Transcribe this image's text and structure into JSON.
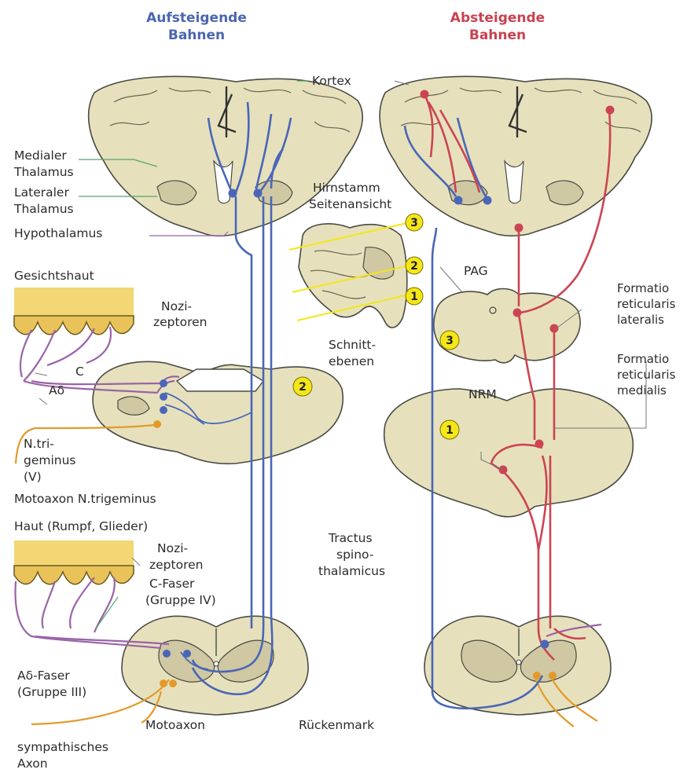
{
  "headings": {
    "ascending": [
      "Aufsteigende",
      "Bahnen"
    ],
    "descending": [
      "Absteigende",
      "Bahnen"
    ]
  },
  "labels": {
    "kortex": "Kortex",
    "medialer_thalamus": [
      "Medialer",
      "Thalamus"
    ],
    "lateraler_thalamus": [
      "Lateraler",
      "Thalamus"
    ],
    "hypothalamus": "Hypothalamus",
    "hirnstamm": [
      "Hirnstamm",
      "Seitenansicht"
    ],
    "schnittebenen": [
      "Schnitt-",
      "ebenen"
    ],
    "gesichtshaut": "Gesichtshaut",
    "nozizeptoren_1": [
      "Nozi-",
      "zeptoren"
    ],
    "c_fiber_short": "C",
    "a_delta_short": "Aδ",
    "n_trigeminus": [
      "N.tri-",
      "geminus",
      "(V)"
    ],
    "motoaxon_trigeminus": "Motoaxon N.trigeminus",
    "haut": "Haut (Rumpf, Glieder)",
    "nozizeptoren_2": [
      "Nozi-",
      "zeptoren"
    ],
    "c_faser": [
      "C-Faser",
      "(Gruppe IV)"
    ],
    "a_delta_faser": [
      "Aδ-Faser",
      "(Gruppe III)"
    ],
    "motoaxon": "Motoaxon",
    "sympathisches_axon": [
      "sympathisches",
      "Axon"
    ],
    "tractus": [
      "Tractus",
      "spino-",
      "thalamicus"
    ],
    "rueckenmark": "Rückenmark",
    "pag": "PAG",
    "formatio_lateralis": [
      "Formatio",
      "reticularis",
      "lateralis"
    ],
    "formatio_medialis": [
      "Formatio",
      "reticularis",
      "medialis"
    ],
    "nrm": "NRM"
  },
  "section_numbers": {
    "plane_3": "3",
    "plane_2": "2",
    "plane_1": "1",
    "medulla_ascending": "2",
    "midbrain_descending": "3",
    "medulla_descending": "1"
  },
  "colors": {
    "ascending": "#4a66b8",
    "descending": "#cc4453",
    "afferent": "#9a63a8",
    "efferent": "#e39a2a",
    "tissue": "#e6e1bc",
    "skin": "#f2d774",
    "marker": "#f5e61a"
  }
}
